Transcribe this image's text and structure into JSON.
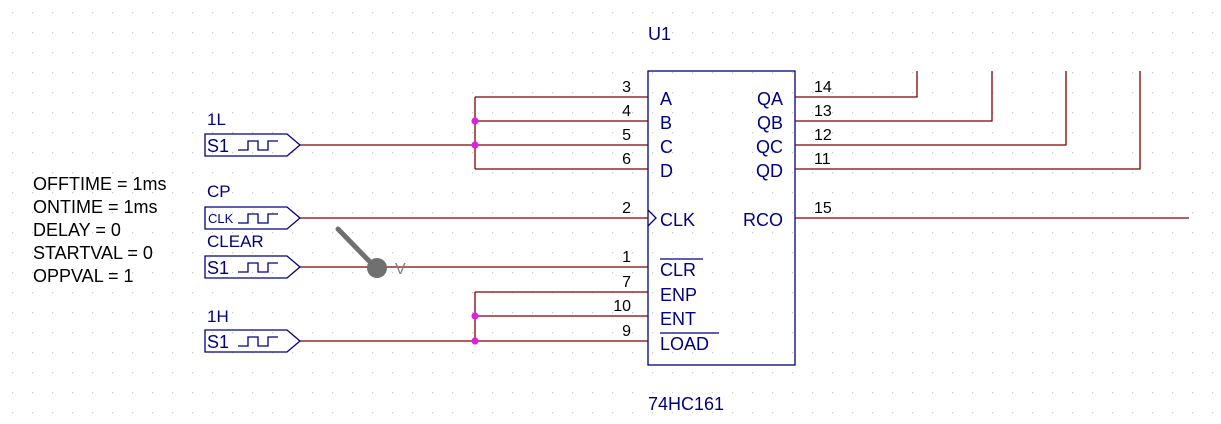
{
  "ic": {
    "ref": "U1",
    "part": "74HC161",
    "left_pins": [
      {
        "name": "A",
        "num": "3"
      },
      {
        "name": "B",
        "num": "4"
      },
      {
        "name": "C",
        "num": "5"
      },
      {
        "name": "D",
        "num": "6"
      },
      {
        "name": "CLK",
        "num": "2"
      },
      {
        "name": "CLR",
        "num": "1"
      },
      {
        "name": "ENP",
        "num": "7"
      },
      {
        "name": "ENT",
        "num": "10"
      },
      {
        "name": "LOAD",
        "num": "9"
      }
    ],
    "right_pins": [
      {
        "name": "QA",
        "num": "14"
      },
      {
        "name": "QB",
        "num": "13"
      },
      {
        "name": "QC",
        "num": "12"
      },
      {
        "name": "QD",
        "num": "11"
      },
      {
        "name": "RCO",
        "num": "15"
      }
    ]
  },
  "sources": [
    {
      "label": "1L",
      "type": "S1"
    },
    {
      "label": "CP",
      "type": "CLK"
    },
    {
      "label": "CLEAR",
      "type": "S1"
    },
    {
      "label": "1H",
      "type": "S1"
    }
  ],
  "clk_properties": [
    "OFFTIME = 1ms",
    "ONTIME = 1ms",
    "DELAY = 0",
    "STARTVAL = 0",
    "OPPVAL = 1"
  ],
  "probe": {
    "label": "V"
  },
  "colors": {
    "wire": "#800000",
    "part": "#000080",
    "junction": "#e020e0",
    "grid": "#c8c8c8",
    "probe": "#707070"
  }
}
